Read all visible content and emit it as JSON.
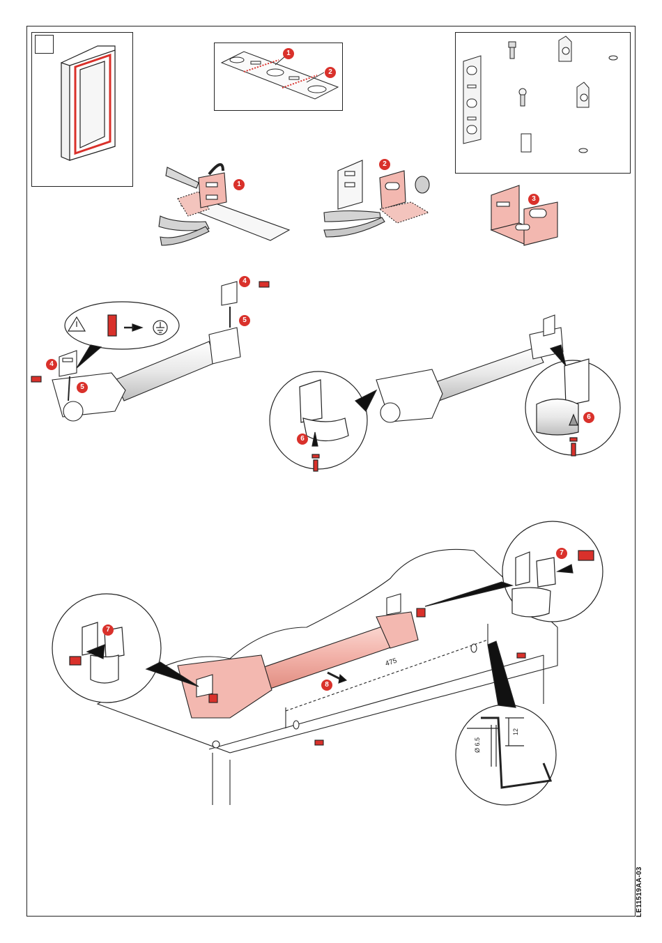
{
  "steps": {
    "s1": "1",
    "s2": "2",
    "s3": "3",
    "s4": "4",
    "s5": "5",
    "s6": "6",
    "s7": "7",
    "s8": "8"
  },
  "dimensions": {
    "rail_spacing": "475",
    "hole_diameter": "Ø 6.5",
    "flange_height": "12"
  },
  "reference_code": "LE11519AA-03",
  "colors": {
    "highlight": "#d9312b",
    "highlight_fill": "#f3b8b0",
    "line": "#222222"
  }
}
